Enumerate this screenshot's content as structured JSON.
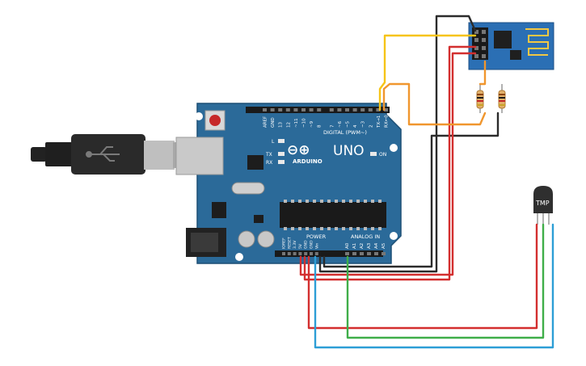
{
  "board": {
    "brand_symbol": "⊖⊕",
    "model": "UNO",
    "brand": "ARDUINO",
    "digital_header_label": "DIGITAL (PWM~)",
    "digital_pins": [
      "AREF",
      "GND",
      "13",
      "12",
      "~11",
      "~10",
      "~9",
      "8",
      "7",
      "~6",
      "~5",
      "4",
      "~3",
      "2",
      "TX→1",
      "RX←0"
    ],
    "power_header_label": "POWER",
    "analog_header_label": "ANALOG IN",
    "power_pins": [
      "IOREF",
      "RESET",
      "3.3V",
      "5V",
      "GND",
      "GND",
      "Vin"
    ],
    "analog_pins": [
      "A0",
      "A1",
      "A2",
      "A3",
      "A4",
      "A5"
    ],
    "led_labels": {
      "l": "L",
      "tx": "TX",
      "rx": "RX",
      "on": "ON"
    }
  },
  "sensor": {
    "label": "TMP"
  },
  "colors": {
    "board": "#2b6a99",
    "board_edge": "#1d4f75",
    "wire_red": "#d32f2f",
    "wire_black": "#2b2b2b",
    "wire_yellow": "#f6c417",
    "wire_orange": "#f0962e",
    "wire_green": "#3fae49",
    "wire_blue": "#2d9ed6",
    "esp_board": "#2b6fb4"
  }
}
